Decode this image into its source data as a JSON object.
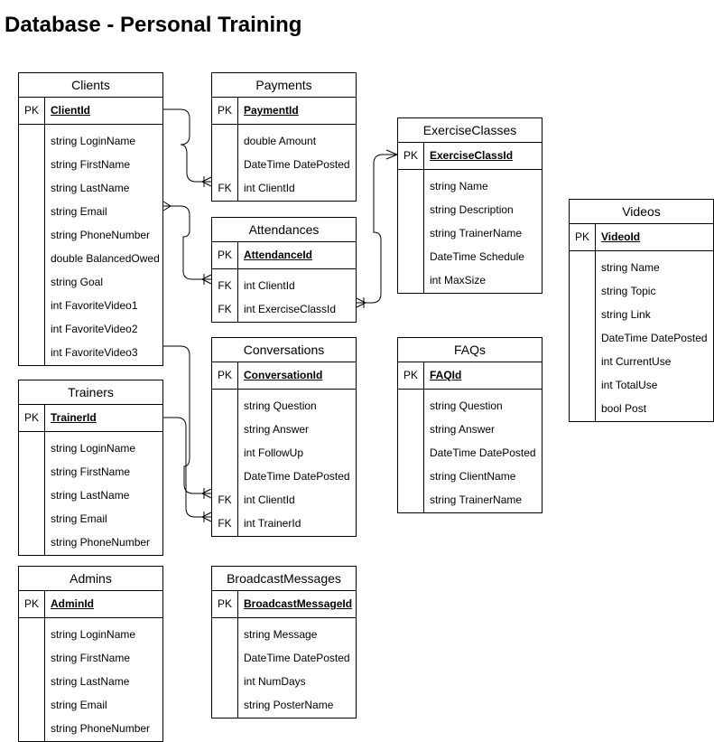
{
  "title": "Database - Personal Training",
  "entities": {
    "clients": {
      "name": "Clients",
      "pk": {
        "key": "PK",
        "field": "ClientId"
      },
      "fields": [
        {
          "key": "",
          "field": "string LoginName"
        },
        {
          "key": "",
          "field": "string FirstName"
        },
        {
          "key": "",
          "field": "string LastName"
        },
        {
          "key": "",
          "field": "string Email"
        },
        {
          "key": "",
          "field": "string PhoneNumber"
        },
        {
          "key": "",
          "field": "double BalancedOwed"
        },
        {
          "key": "",
          "field": "string Goal"
        },
        {
          "key": "",
          "field": "int FavoriteVideo1"
        },
        {
          "key": "",
          "field": "int FavoriteVideo2"
        },
        {
          "key": "",
          "field": "int FavoriteVideo3"
        }
      ]
    },
    "payments": {
      "name": "Payments",
      "pk": {
        "key": "PK",
        "field": "PaymentId"
      },
      "fields": [
        {
          "key": "",
          "field": "double Amount"
        },
        {
          "key": "",
          "field": "DateTime DatePosted"
        },
        {
          "key": "FK",
          "field": "int ClientId"
        }
      ]
    },
    "exerciseclasses": {
      "name": "ExerciseClasses",
      "pk": {
        "key": "PK",
        "field": "ExerciseClassId"
      },
      "fields": [
        {
          "key": "",
          "field": "string Name"
        },
        {
          "key": "",
          "field": "string Description"
        },
        {
          "key": "",
          "field": "string TrainerName"
        },
        {
          "key": "",
          "field": "DateTime Schedule"
        },
        {
          "key": "",
          "field": "int MaxSize"
        }
      ]
    },
    "videos": {
      "name": "Videos",
      "pk": {
        "key": "PK",
        "field": "VideoId"
      },
      "fields": [
        {
          "key": "",
          "field": "string Name"
        },
        {
          "key": "",
          "field": "string Topic"
        },
        {
          "key": "",
          "field": "string Link"
        },
        {
          "key": "",
          "field": "DateTime DatePosted"
        },
        {
          "key": "",
          "field": "int CurrentUse"
        },
        {
          "key": "",
          "field": "int TotalUse"
        },
        {
          "key": "",
          "field": "bool Post"
        }
      ]
    },
    "attendances": {
      "name": "Attendances",
      "pk": {
        "key": "PK",
        "field": "AttendanceId"
      },
      "fields": [
        {
          "key": "FK",
          "field": "int ClientId"
        },
        {
          "key": "FK",
          "field": "int ExerciseClassId"
        }
      ]
    },
    "conversations": {
      "name": "Conversations",
      "pk": {
        "key": "PK",
        "field": "ConversationId"
      },
      "fields": [
        {
          "key": "",
          "field": "string Question"
        },
        {
          "key": "",
          "field": "string Answer"
        },
        {
          "key": "",
          "field": "int FollowUp"
        },
        {
          "key": "",
          "field": "DateTime DatePosted"
        },
        {
          "key": "FK",
          "field": "int ClientId"
        },
        {
          "key": "FK",
          "field": "int TrainerId"
        }
      ]
    },
    "faqs": {
      "name": "FAQs",
      "pk": {
        "key": "PK",
        "field": "FAQId"
      },
      "fields": [
        {
          "key": "",
          "field": "string Question"
        },
        {
          "key": "",
          "field": "string Answer"
        },
        {
          "key": "",
          "field": "DateTime DatePosted"
        },
        {
          "key": "",
          "field": "string ClientName"
        },
        {
          "key": "",
          "field": "string TrainerName"
        }
      ]
    },
    "trainers": {
      "name": "Trainers",
      "pk": {
        "key": "PK",
        "field": "TrainerId"
      },
      "fields": [
        {
          "key": "",
          "field": "string LoginName"
        },
        {
          "key": "",
          "field": "string FirstName"
        },
        {
          "key": "",
          "field": "string LastName"
        },
        {
          "key": "",
          "field": "string Email"
        },
        {
          "key": "",
          "field": "string PhoneNumber"
        }
      ]
    },
    "admins": {
      "name": "Admins",
      "pk": {
        "key": "PK",
        "field": "AdminId"
      },
      "fields": [
        {
          "key": "",
          "field": "string LoginName"
        },
        {
          "key": "",
          "field": "string FirstName"
        },
        {
          "key": "",
          "field": "string LastName"
        },
        {
          "key": "",
          "field": "string Email"
        },
        {
          "key": "",
          "field": "string PhoneNumber"
        }
      ]
    },
    "broadcastmessages": {
      "name": "BroadcastMessages",
      "pk": {
        "key": "PK",
        "field": "BroadcastMessageId"
      },
      "fields": [
        {
          "key": "",
          "field": "string Message"
        },
        {
          "key": "",
          "field": "DateTime DatePosted"
        },
        {
          "key": "",
          "field": "int NumDays"
        },
        {
          "key": "",
          "field": "string PosterName"
        }
      ]
    }
  }
}
